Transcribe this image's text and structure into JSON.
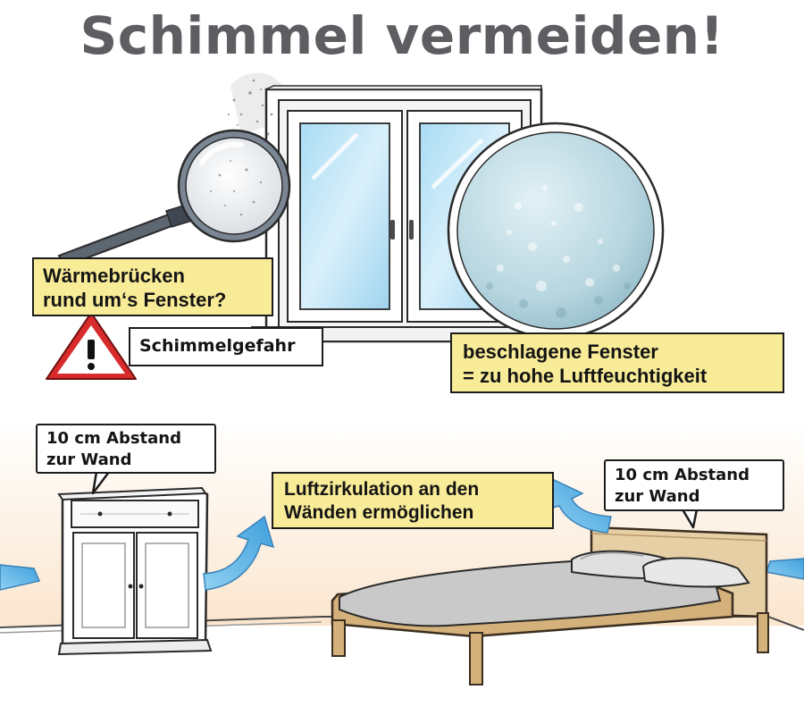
{
  "title": "Schimmel vermeiden!",
  "window_callout": {
    "line1": "Wärmebrücken",
    "line2": "rund um‘s Fenster?"
  },
  "warning_label": "Schimmelgefahr",
  "condensation_callout": {
    "line1": "beschlagene Fenster",
    "line2": "= zu hohe Luftfeuchtigkeit"
  },
  "wardrobe_bubble": {
    "line1": "10 cm Abstand",
    "line2": "zur Wand"
  },
  "bed_bubble": {
    "line1": "10 cm Abstand",
    "line2": "zur Wand"
  },
  "circulation_callout": {
    "line1": "Luftzirkulation an den",
    "line2": "Wänden ermöglichen"
  },
  "colors": {
    "title": "#5e5e62",
    "callout_fill": "#f9ec98",
    "warning_red": "#d82b2b",
    "arrow_blue": "#5ab4e6",
    "wall_tint": "#fbe9d4"
  },
  "icons": [
    "magnifier-icon",
    "warning-triangle-icon",
    "airflow-arrow-icon"
  ]
}
